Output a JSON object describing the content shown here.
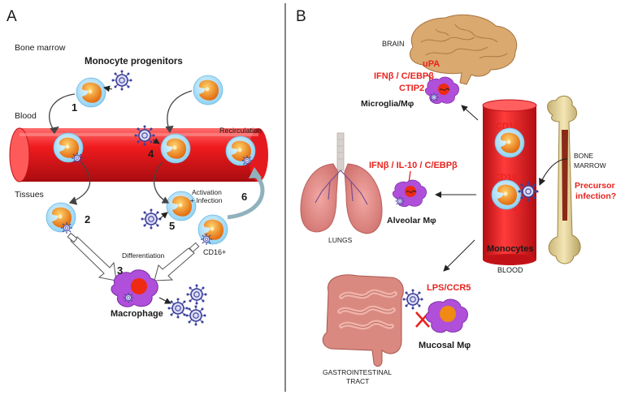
{
  "panel_a": {
    "letter": "A",
    "bone_marrow": "Bone marrow",
    "monocyte_progenitors": "Monocyte progenitors",
    "blood": "Blood",
    "tissues": "Tissues",
    "recirculation": "Recirculation",
    "activation_infection": [
      "Activation",
      "+ Infection"
    ],
    "cd16": "CD16+",
    "differentiation": "Differentiation",
    "macrophage": "Macrophage",
    "step_numbers": [
      "1",
      "2",
      "3",
      "4",
      "5",
      "6"
    ]
  },
  "panel_b": {
    "letter": "B",
    "brain": "BRAIN",
    "brain_factors": [
      "uPA",
      "IFNβ / C/EBPβ",
      "CTIP2"
    ],
    "microglia": "Microglia/Mφ",
    "lungs_factors": "IFNβ / IL-10 / C/EBPβ",
    "alveolar": "Alveolar Mφ",
    "lungs": "LUNGS",
    "cd16_neg": "CD16-",
    "cd16_pos": "CD16+",
    "question_mark": "?",
    "monocytes": "Monocytes",
    "blood": "BLOOD",
    "bone_marrow": [
      "BONE",
      "MARROW"
    ],
    "precursor": [
      "Precursor",
      "infection?"
    ],
    "gut_factors": "LPS/CCR5",
    "mucosal": "Mucosal Mφ",
    "gi_tract": [
      "GASTROINTESTINAL",
      "TRACT"
    ]
  },
  "colors": {
    "accent_red": "#e8231e",
    "blood_vessel": "#e6151a",
    "monocyte_halo": "#aee0f7",
    "nucleus_orange": "#f08a12",
    "macrophage_purple": "#a548d6",
    "virus_blue": "#3b3f9a"
  }
}
